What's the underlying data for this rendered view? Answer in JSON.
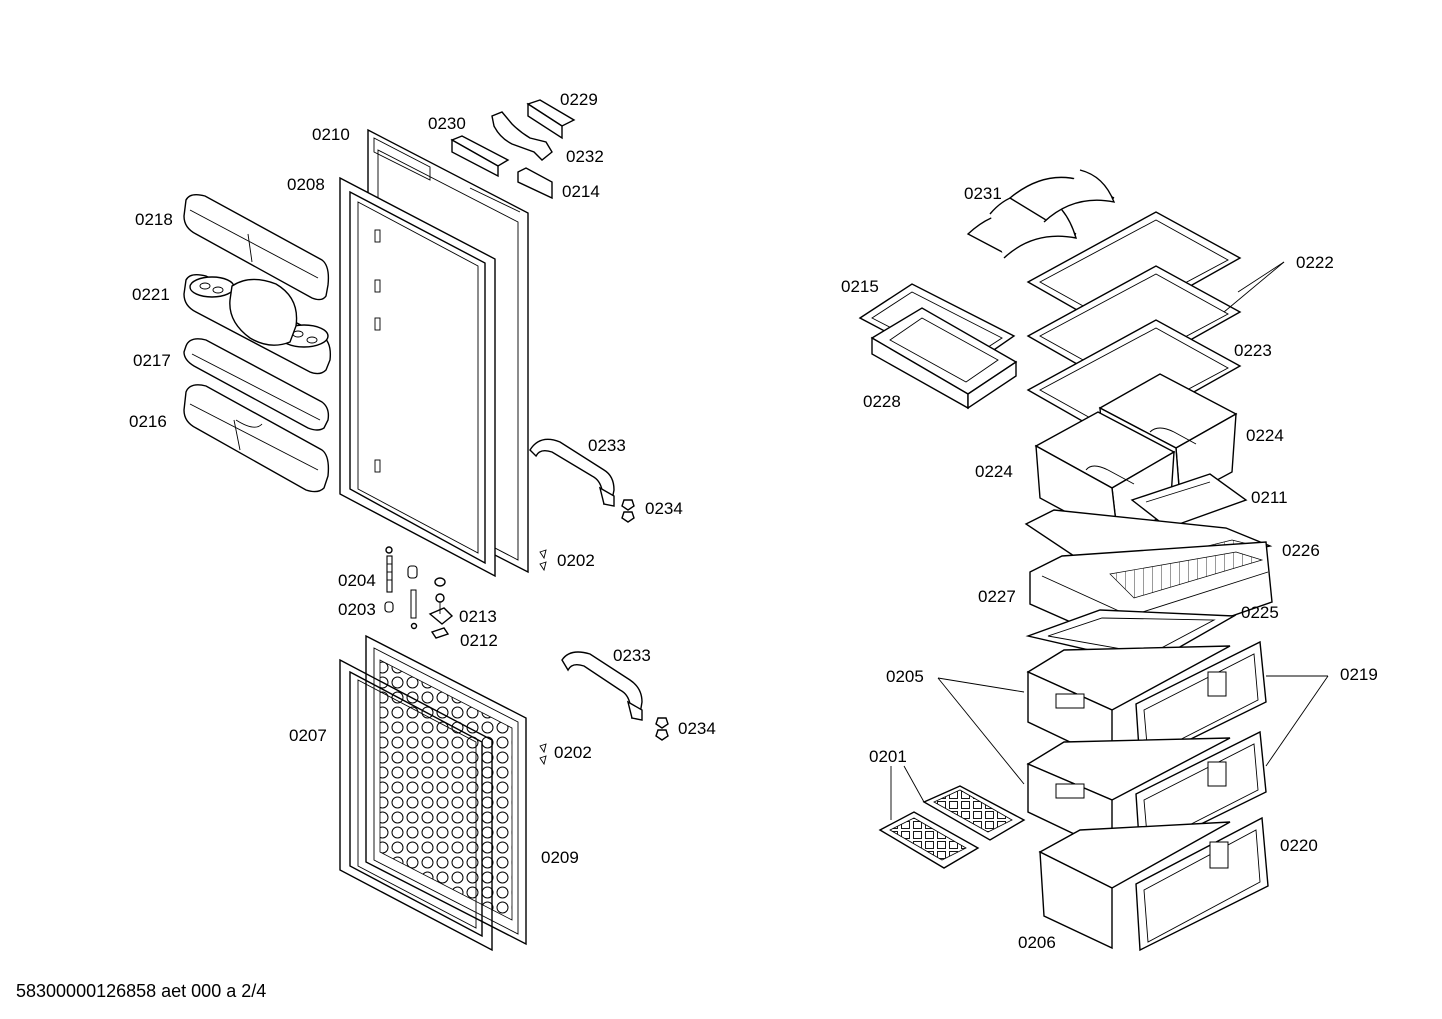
{
  "footer": {
    "document_id": "58300000126858 aet 000 a 2/4"
  },
  "parts": {
    "p0201": "0201",
    "p0202a": "0202",
    "p0202b": "0202",
    "p0203": "0203",
    "p0204": "0204",
    "p0205": "0205",
    "p0206": "0206",
    "p0207": "0207",
    "p0208": "0208",
    "p0209": "0209",
    "p0210": "0210",
    "p0211": "0211",
    "p0212": "0212",
    "p0213": "0213",
    "p0214": "0214",
    "p0215": "0215",
    "p0216": "0216",
    "p0217": "0217",
    "p0218": "0218",
    "p0219": "0219",
    "p0220": "0220",
    "p0221": "0221",
    "p0222": "0222",
    "p0223": "0223",
    "p0224a": "0224",
    "p0224b": "0224",
    "p0225": "0225",
    "p0226": "0226",
    "p0227": "0227",
    "p0228": "0228",
    "p0229": "0229",
    "p0230": "0230",
    "p0231": "0231",
    "p0232": "0232",
    "p0233a": "0233",
    "p0233b": "0233",
    "p0234a": "0234",
    "p0234b": "0234"
  }
}
